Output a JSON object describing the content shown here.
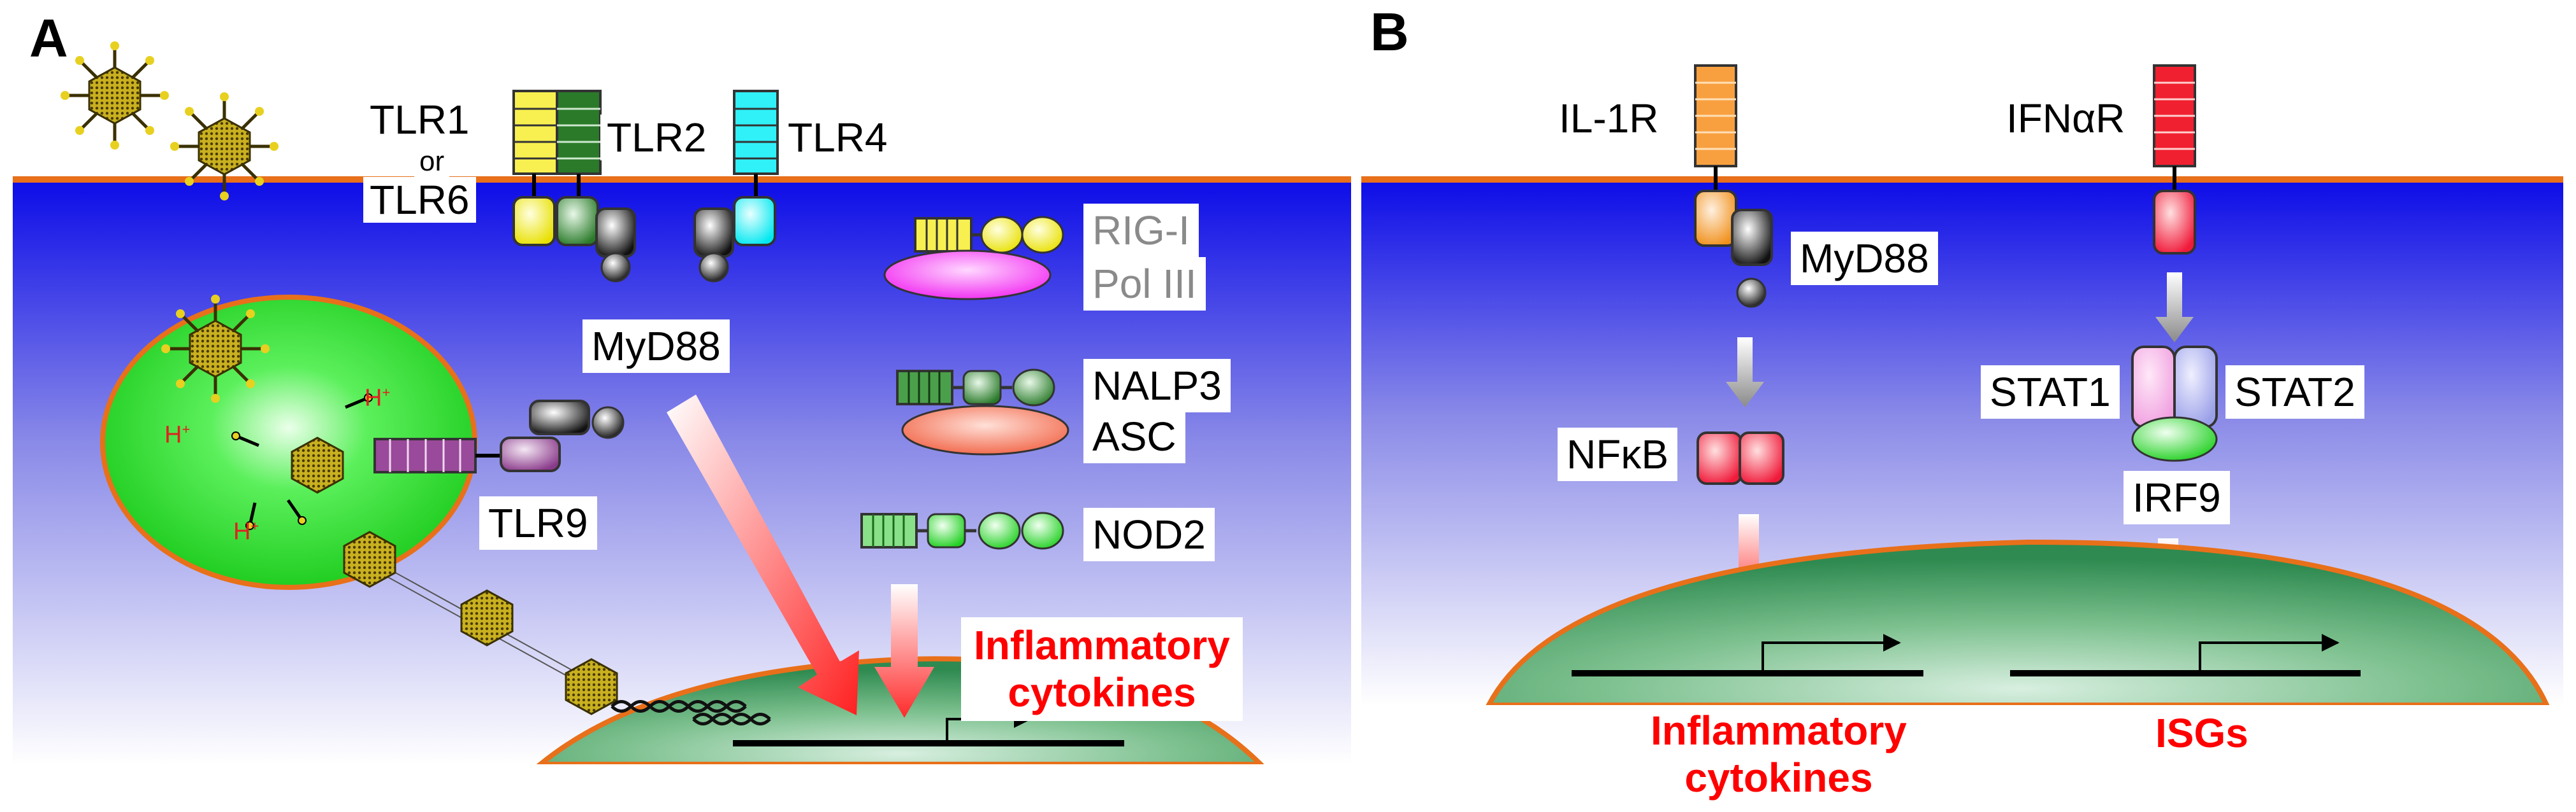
{
  "panels": {
    "a": {
      "letter": "A",
      "receptors": {
        "tlr1": "TLR1",
        "or": "or",
        "tlr6": "TLR6",
        "tlr2": "TLR2",
        "tlr4": "TLR4",
        "myd88": "MyD88",
        "tlr9": "TLR9"
      },
      "sensors": {
        "rig_i": "RIG-I",
        "pol_iii": "Pol III",
        "nalp3": "NALP3",
        "asc": "ASC",
        "nod2": "NOD2"
      },
      "proton": "H",
      "proton_charge": "+",
      "output": [
        "Inflammatory",
        "cytokines"
      ]
    },
    "b": {
      "letter": "B",
      "il1r": "IL-1R",
      "ifnar": "IFNαR",
      "myd88": "MyD88",
      "nfkb": "NFκB",
      "stat1": "STAT1",
      "stat2": "STAT2",
      "irf9": "IRF9",
      "output_left": [
        "Inflammatory",
        "cytokines"
      ],
      "output_right": "ISGs"
    }
  },
  "colors": {
    "membrane": "#e8701a",
    "cytoplasm_top": "#1010e6",
    "cytoplasm_bottom": "#ffffff",
    "endosome": "#22e022",
    "nucleus": "#3a9a60",
    "highlight_red": "#ff0000"
  }
}
